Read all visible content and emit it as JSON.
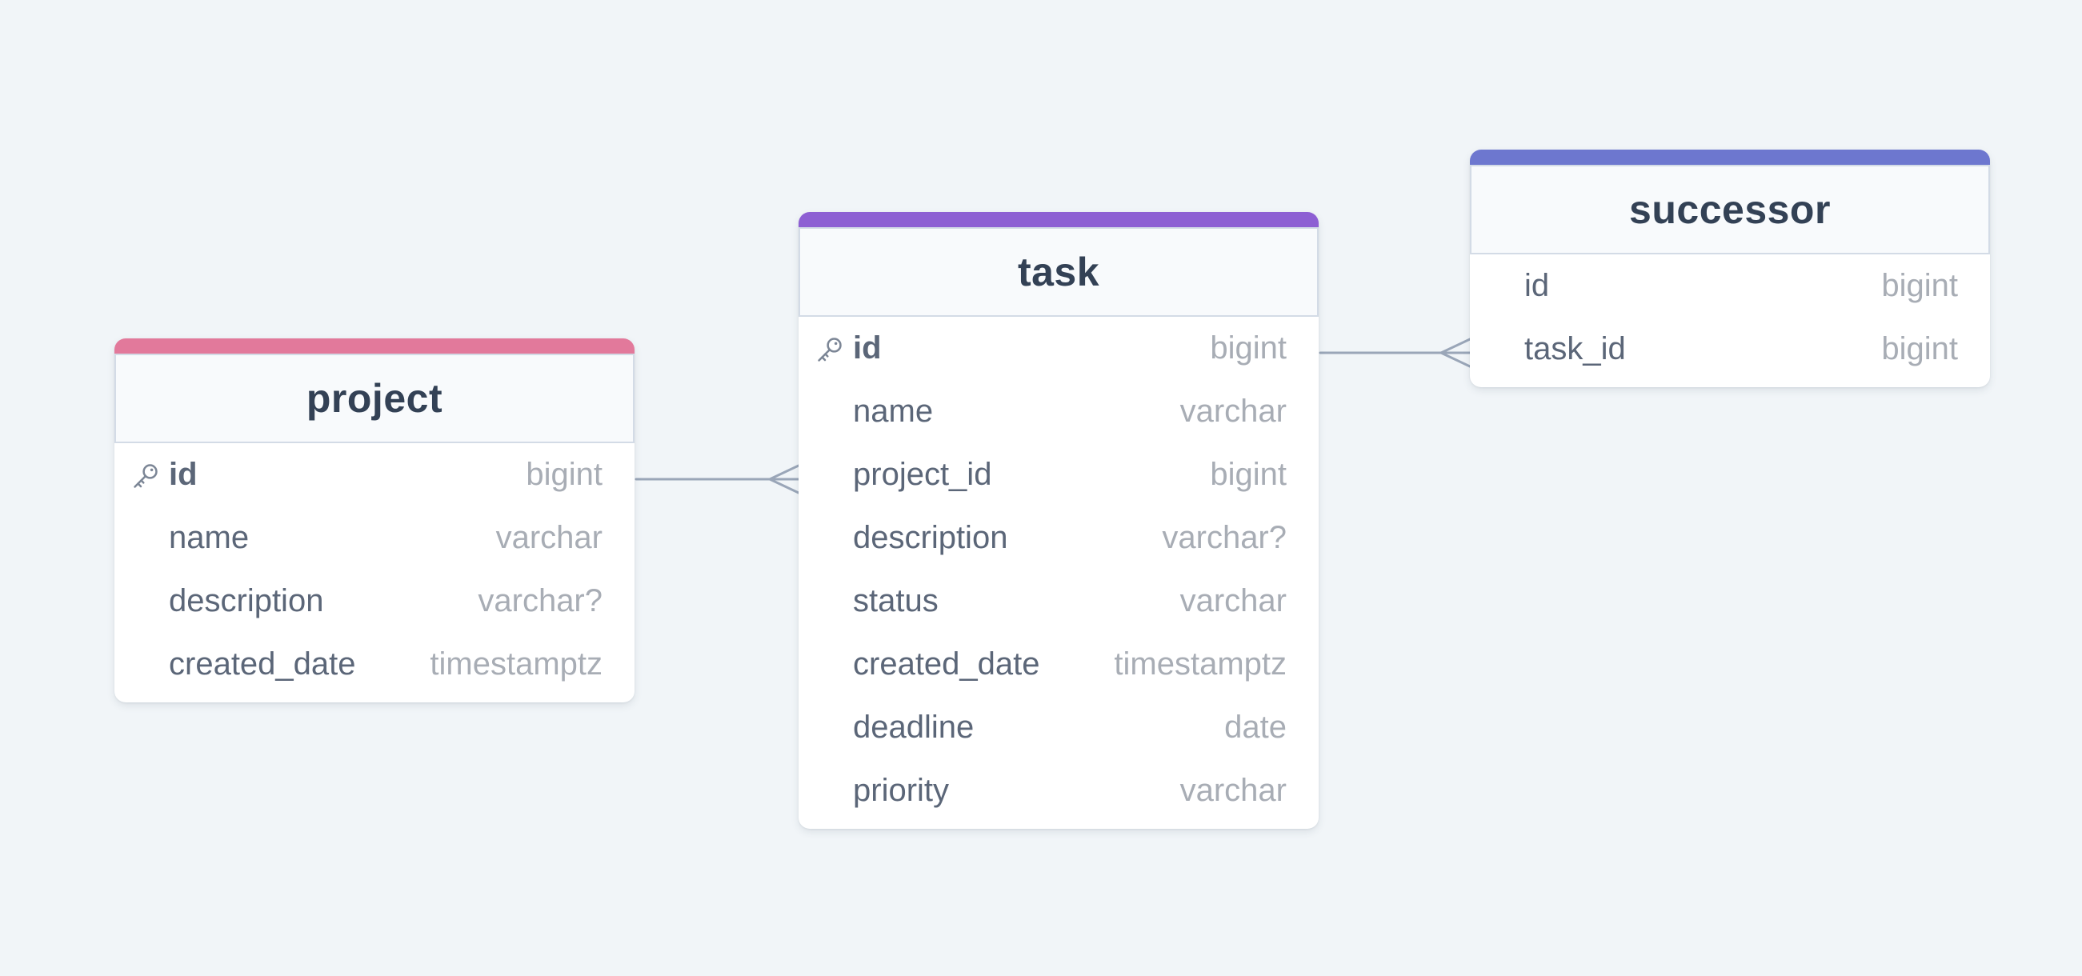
{
  "colors": {
    "background": "#f1f5f8",
    "project_accent": "#e2799b",
    "task_accent": "#8d5fd3",
    "successor_accent": "#6d77cf",
    "relation_line": "#9aa6b8"
  },
  "tables": {
    "project": {
      "name": "project",
      "accent": "#e2799b",
      "columns": [
        {
          "name": "id",
          "type": "bigint",
          "primary_key": true
        },
        {
          "name": "name",
          "type": "varchar"
        },
        {
          "name": "description",
          "type": "varchar?"
        },
        {
          "name": "created_date",
          "type": "timestamptz"
        }
      ]
    },
    "task": {
      "name": "task",
      "accent": "#8d5fd3",
      "columns": [
        {
          "name": "id",
          "type": "bigint",
          "primary_key": true
        },
        {
          "name": "name",
          "type": "varchar"
        },
        {
          "name": "project_id",
          "type": "bigint"
        },
        {
          "name": "description",
          "type": "varchar?"
        },
        {
          "name": "status",
          "type": "varchar"
        },
        {
          "name": "created_date",
          "type": "timestamptz"
        },
        {
          "name": "deadline",
          "type": "date"
        },
        {
          "name": "priority",
          "type": "varchar"
        }
      ]
    },
    "successor": {
      "name": "successor",
      "accent": "#6d77cf",
      "columns": [
        {
          "name": "id",
          "type": "bigint"
        },
        {
          "name": "task_id",
          "type": "bigint"
        }
      ]
    }
  },
  "relations": [
    {
      "from": "project.id",
      "to": "task.project_id",
      "cardinality": "one-to-many"
    },
    {
      "from": "task.id",
      "to": "successor.task_id",
      "cardinality": "one-to-many"
    }
  ]
}
